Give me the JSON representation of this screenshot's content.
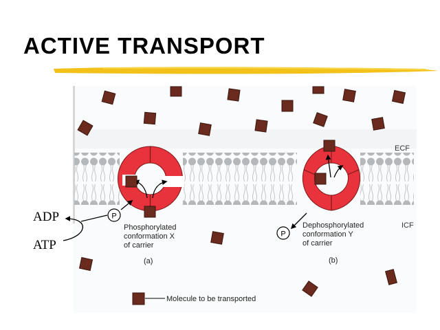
{
  "slide": {
    "title": "ACTIVE TRANSPORT",
    "adp_label": "ADP",
    "atp_label": "ATP"
  },
  "figure": {
    "ecf_label": "ECF",
    "icf_label": "ICF",
    "phosphate_symbol": "P",
    "panel_a": {
      "caption_lines": [
        "Phosphorylated",
        "conformation X",
        "of carrier"
      ],
      "panel_label": "(a)"
    },
    "panel_b": {
      "caption_lines": [
        "Dephosphorylated",
        "conformation Y",
        "of carrier"
      ],
      "panel_label": "(b)"
    },
    "legend_text": "Molecule to be transported"
  },
  "colors": {
    "underline": "#f2c21a",
    "carrier": "#e8323c",
    "molecule": "#6b2a1e",
    "membrane": "#b5b8bb"
  }
}
